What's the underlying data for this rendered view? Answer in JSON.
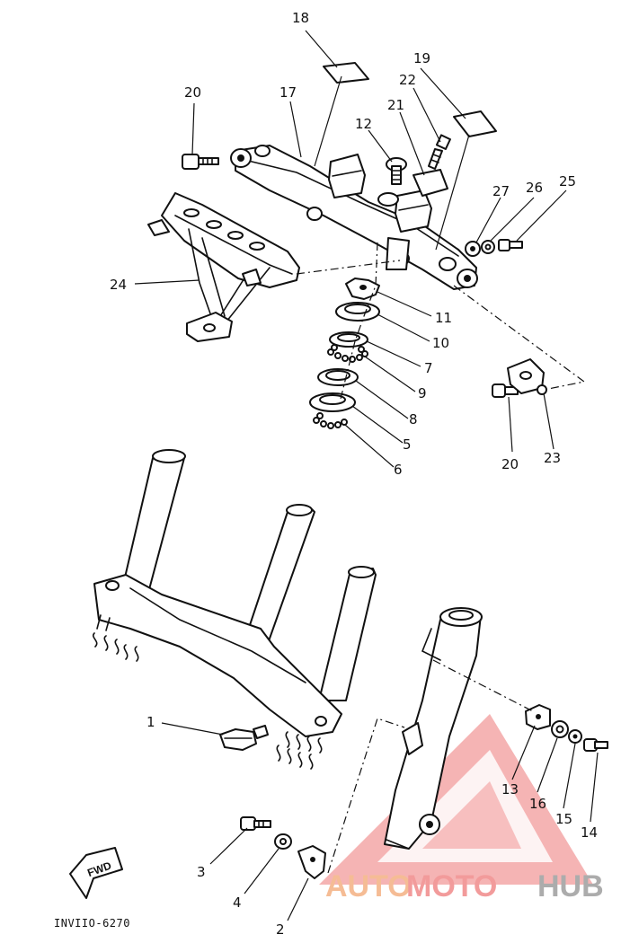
{
  "diagram": {
    "drawing_code": "INVIIO-6270",
    "fwd_label": "FWD",
    "callouts": [
      {
        "id": "c18",
        "label": "18"
      },
      {
        "id": "c19",
        "label": "19"
      },
      {
        "id": "c20a",
        "label": "20"
      },
      {
        "id": "c17",
        "label": "17"
      },
      {
        "id": "c22",
        "label": "22"
      },
      {
        "id": "c21",
        "label": "21"
      },
      {
        "id": "c12",
        "label": "12"
      },
      {
        "id": "c27",
        "label": "27"
      },
      {
        "id": "c26",
        "label": "26"
      },
      {
        "id": "c25",
        "label": "25"
      },
      {
        "id": "c24",
        "label": "24"
      },
      {
        "id": "c11",
        "label": "11"
      },
      {
        "id": "c10",
        "label": "10"
      },
      {
        "id": "c7",
        "label": "7"
      },
      {
        "id": "c9",
        "label": "9"
      },
      {
        "id": "c8",
        "label": "8"
      },
      {
        "id": "c5",
        "label": "5"
      },
      {
        "id": "c6",
        "label": "6"
      },
      {
        "id": "c20b",
        "label": "20"
      },
      {
        "id": "c23",
        "label": "23"
      },
      {
        "id": "c1",
        "label": "1"
      },
      {
        "id": "c13",
        "label": "13"
      },
      {
        "id": "c16",
        "label": "16"
      },
      {
        "id": "c15",
        "label": "15"
      },
      {
        "id": "c14",
        "label": "14"
      },
      {
        "id": "c3",
        "label": "3"
      },
      {
        "id": "c4",
        "label": "4"
      },
      {
        "id": "c2",
        "label": "2"
      }
    ]
  },
  "watermark": {
    "text_part1": "AUTO",
    "text_part2": "MOTO",
    "text_part3": "HUB",
    "color_1": "#f4b183",
    "color_2": "#f08a8a",
    "color_3": "#9e9e9e"
  }
}
